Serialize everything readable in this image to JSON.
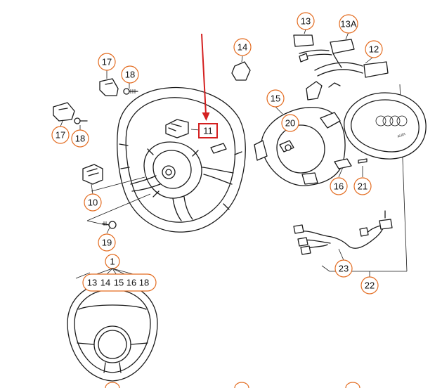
{
  "colors": {
    "callout_outline": "#e36b1f",
    "highlight": "#d42020",
    "line": "#1a1a1a",
    "background": "#ffffff"
  },
  "callouts": {
    "c11": "11",
    "c12": "12",
    "c13_top": "13",
    "c13a": "13A",
    "c14_top": "14",
    "c15": "15",
    "c16": "16",
    "c17_top": "17",
    "c17_left": "17",
    "c18_top": "18",
    "c18_left": "18",
    "c19": "19",
    "c20": "20",
    "c21": "21",
    "c22": "22",
    "c23": "23",
    "c10": "10",
    "c1": "1"
  },
  "variant_group": {
    "labels": [
      "13",
      "14",
      "15",
      "16",
      "18"
    ]
  },
  "logo": {
    "name": "audi-rings",
    "small_text": "AUDI"
  }
}
